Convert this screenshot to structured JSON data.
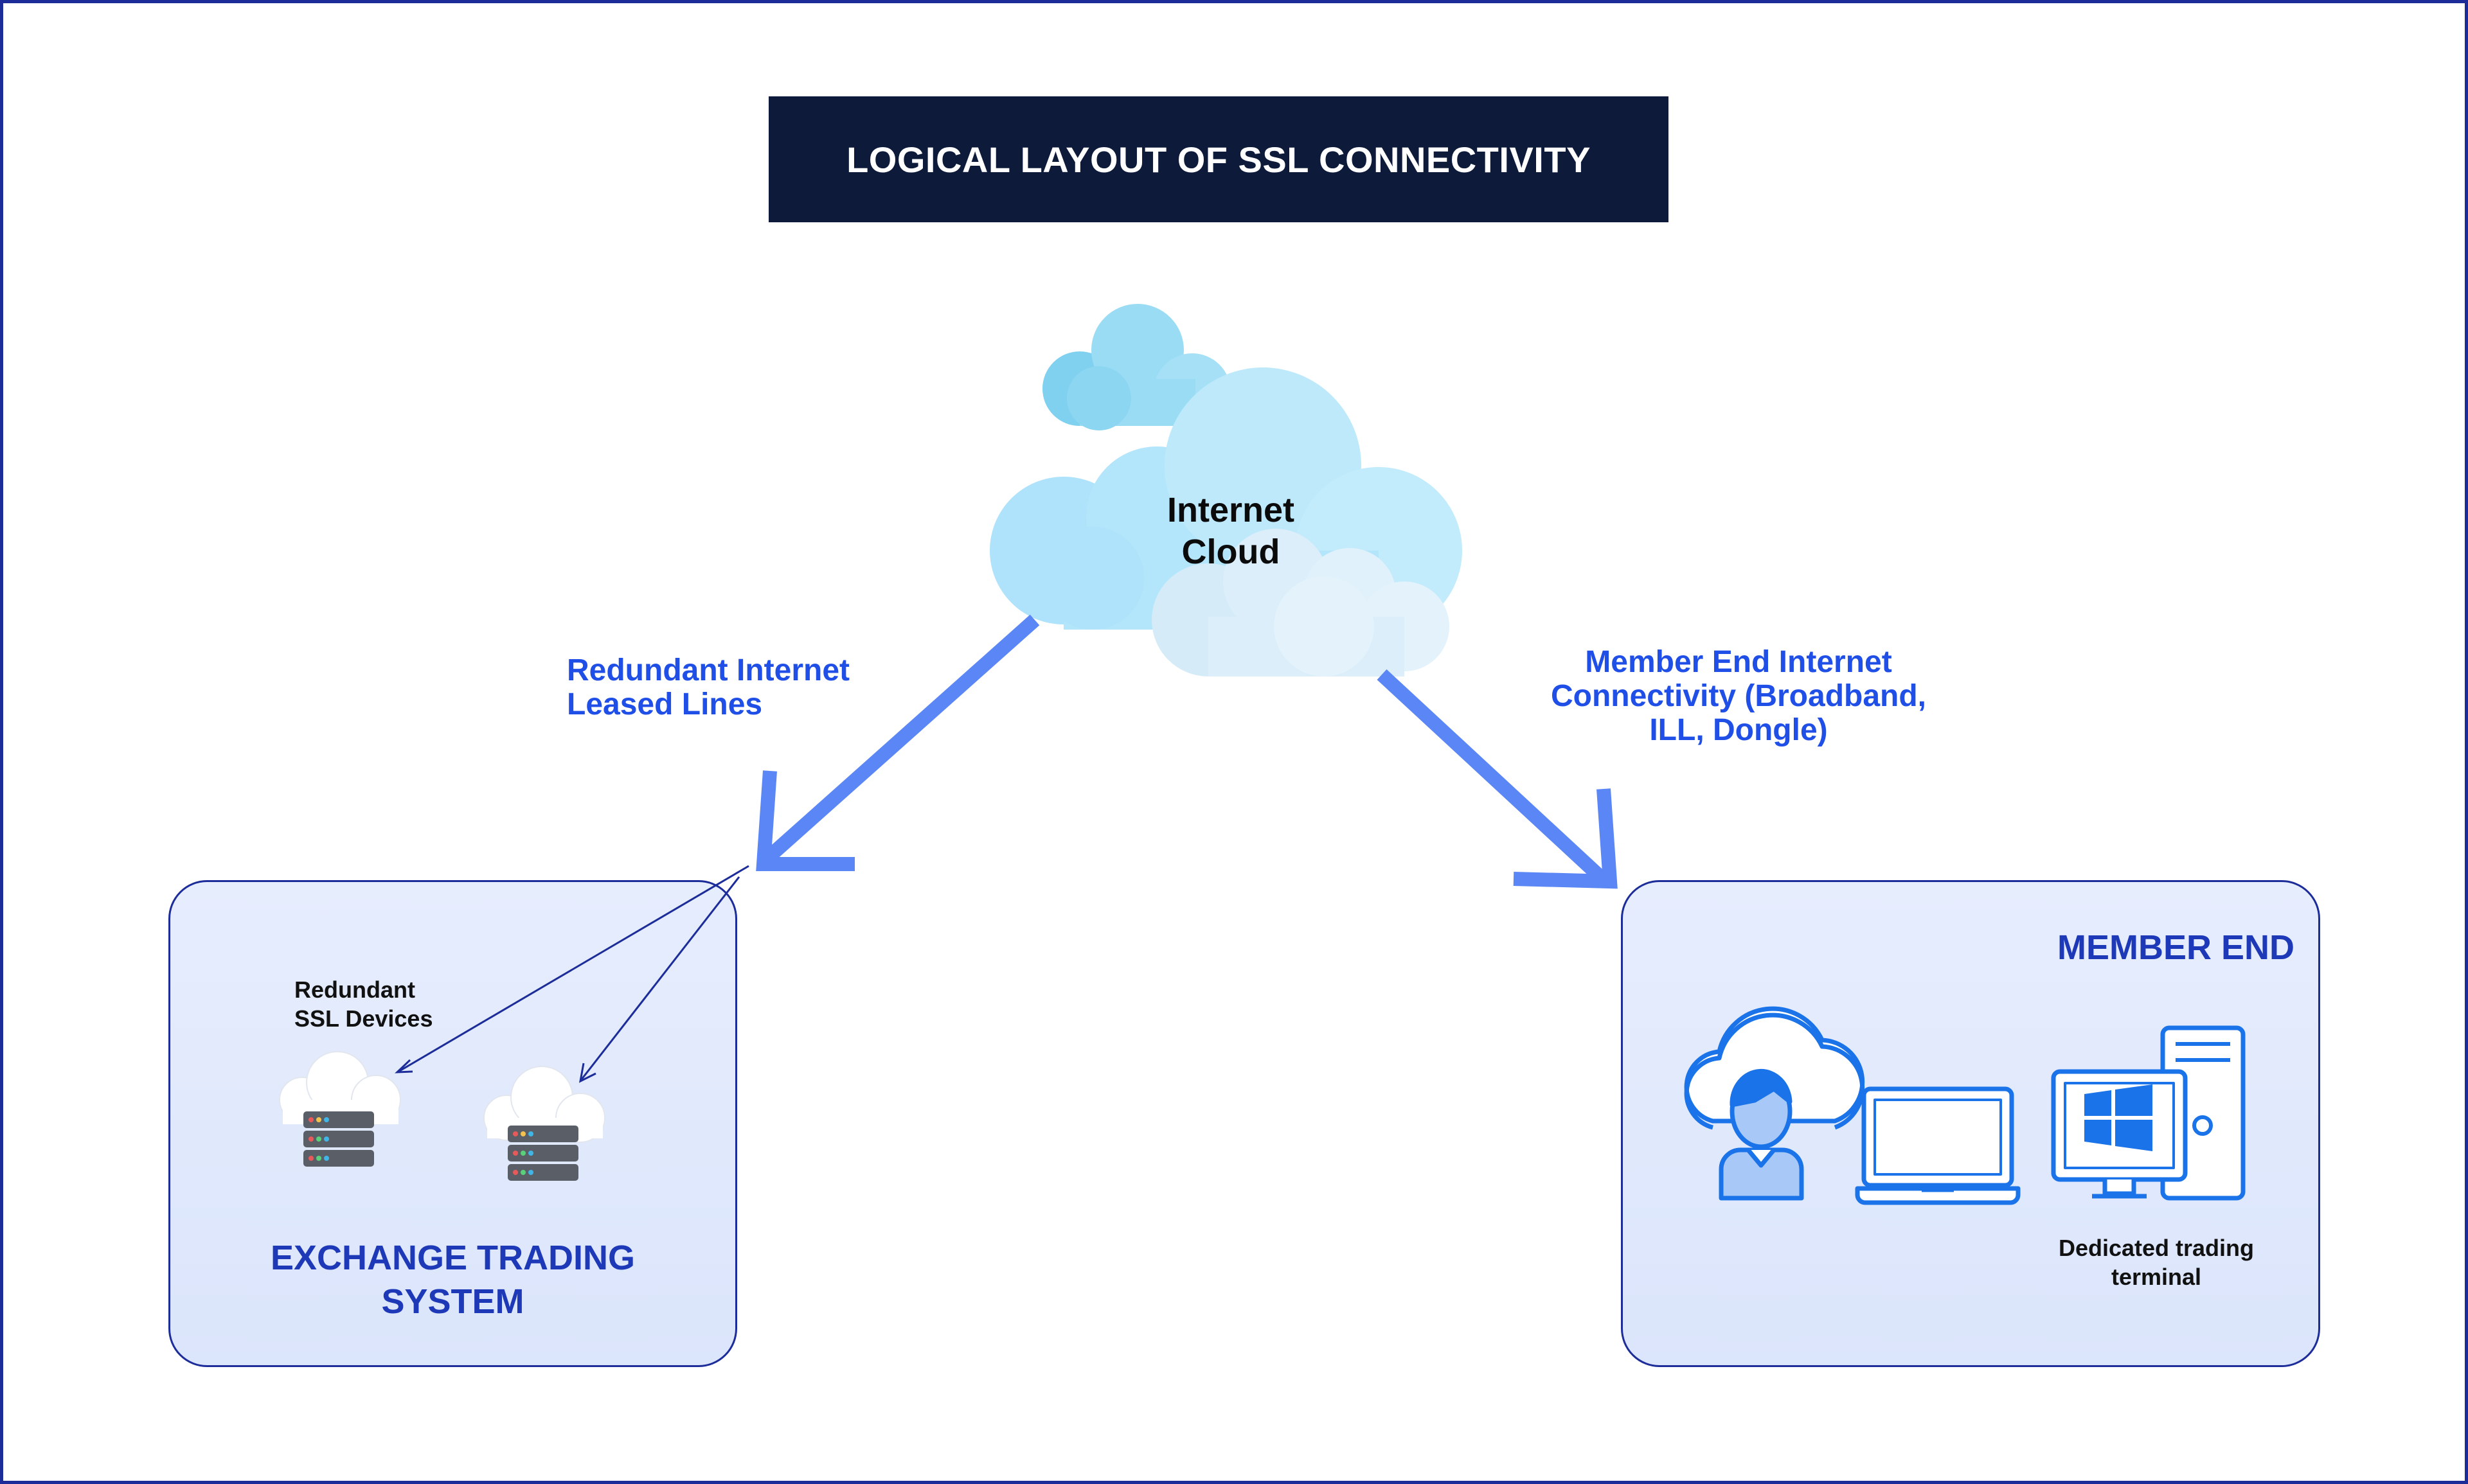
{
  "title": "LOGICAL LAYOUT OF SSL CONNECTIVITY",
  "cloud": {
    "line1": "Internet",
    "line2": "Cloud"
  },
  "left_link": {
    "line1": "Redundant Internet",
    "line2": "Leased Lines"
  },
  "right_link": {
    "line1": "Member End Internet",
    "line2": "Connectivity (Broadband,",
    "line3": "ILL, Dongle)"
  },
  "exchange": {
    "devices_line1": "Redundant",
    "devices_line2": "SSL Devices",
    "title_line1": "EXCHANGE TRADING",
    "title_line2": "SYSTEM"
  },
  "member": {
    "title": "MEMBER END",
    "terminal_line1": "Dedicated trading",
    "terminal_line2": "terminal"
  },
  "colors": {
    "title_bg": "#0d1a3a",
    "accent_blue": "#1f4fe6",
    "panel_border": "#1c2d9a",
    "arrow": "#5b86f5",
    "icon_blue": "#1a73e8"
  },
  "icons": [
    "cloud-icon",
    "server-icon",
    "user-cloud-icon",
    "laptop-icon",
    "desktop-icon",
    "windows-logo-icon"
  ]
}
